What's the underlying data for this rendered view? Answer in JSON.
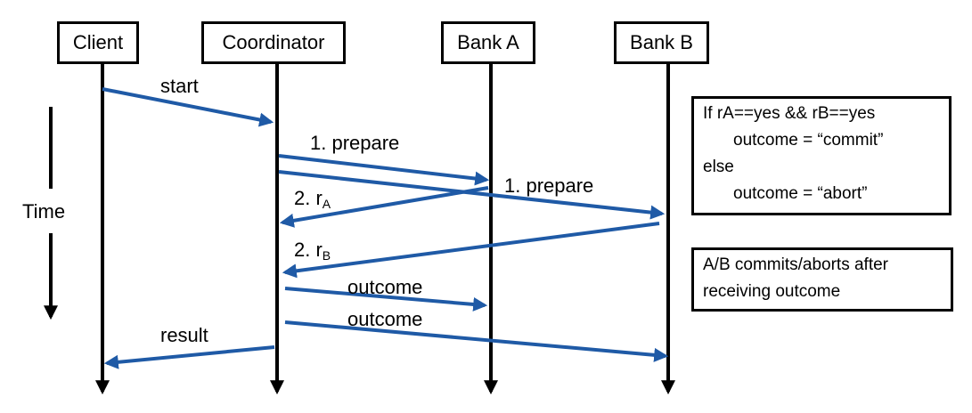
{
  "participants": {
    "client": "Client",
    "coordinator": "Coordinator",
    "bank_a": "Bank A",
    "bank_b": "Bank B"
  },
  "time_label": "Time",
  "messages": {
    "start": "start",
    "prepare_a": "1. prepare",
    "prepare_b": "1. prepare",
    "reply_a_prefix": "2. r",
    "reply_a_sub": "A",
    "reply_b_prefix": "2. r",
    "reply_b_sub": "B",
    "outcome_a": "outcome",
    "outcome_b": "outcome",
    "result": "result"
  },
  "decision_note": {
    "line1": "If rA==yes && rB==yes",
    "line2": "outcome = “commit”",
    "line3": "else",
    "line4": "outcome = “abort”"
  },
  "commit_note": {
    "line1": "A/B commits/aborts after",
    "line2": "receiving outcome"
  },
  "colors": {
    "message_arrow": "#1f5aa6",
    "lifeline": "#000000"
  }
}
